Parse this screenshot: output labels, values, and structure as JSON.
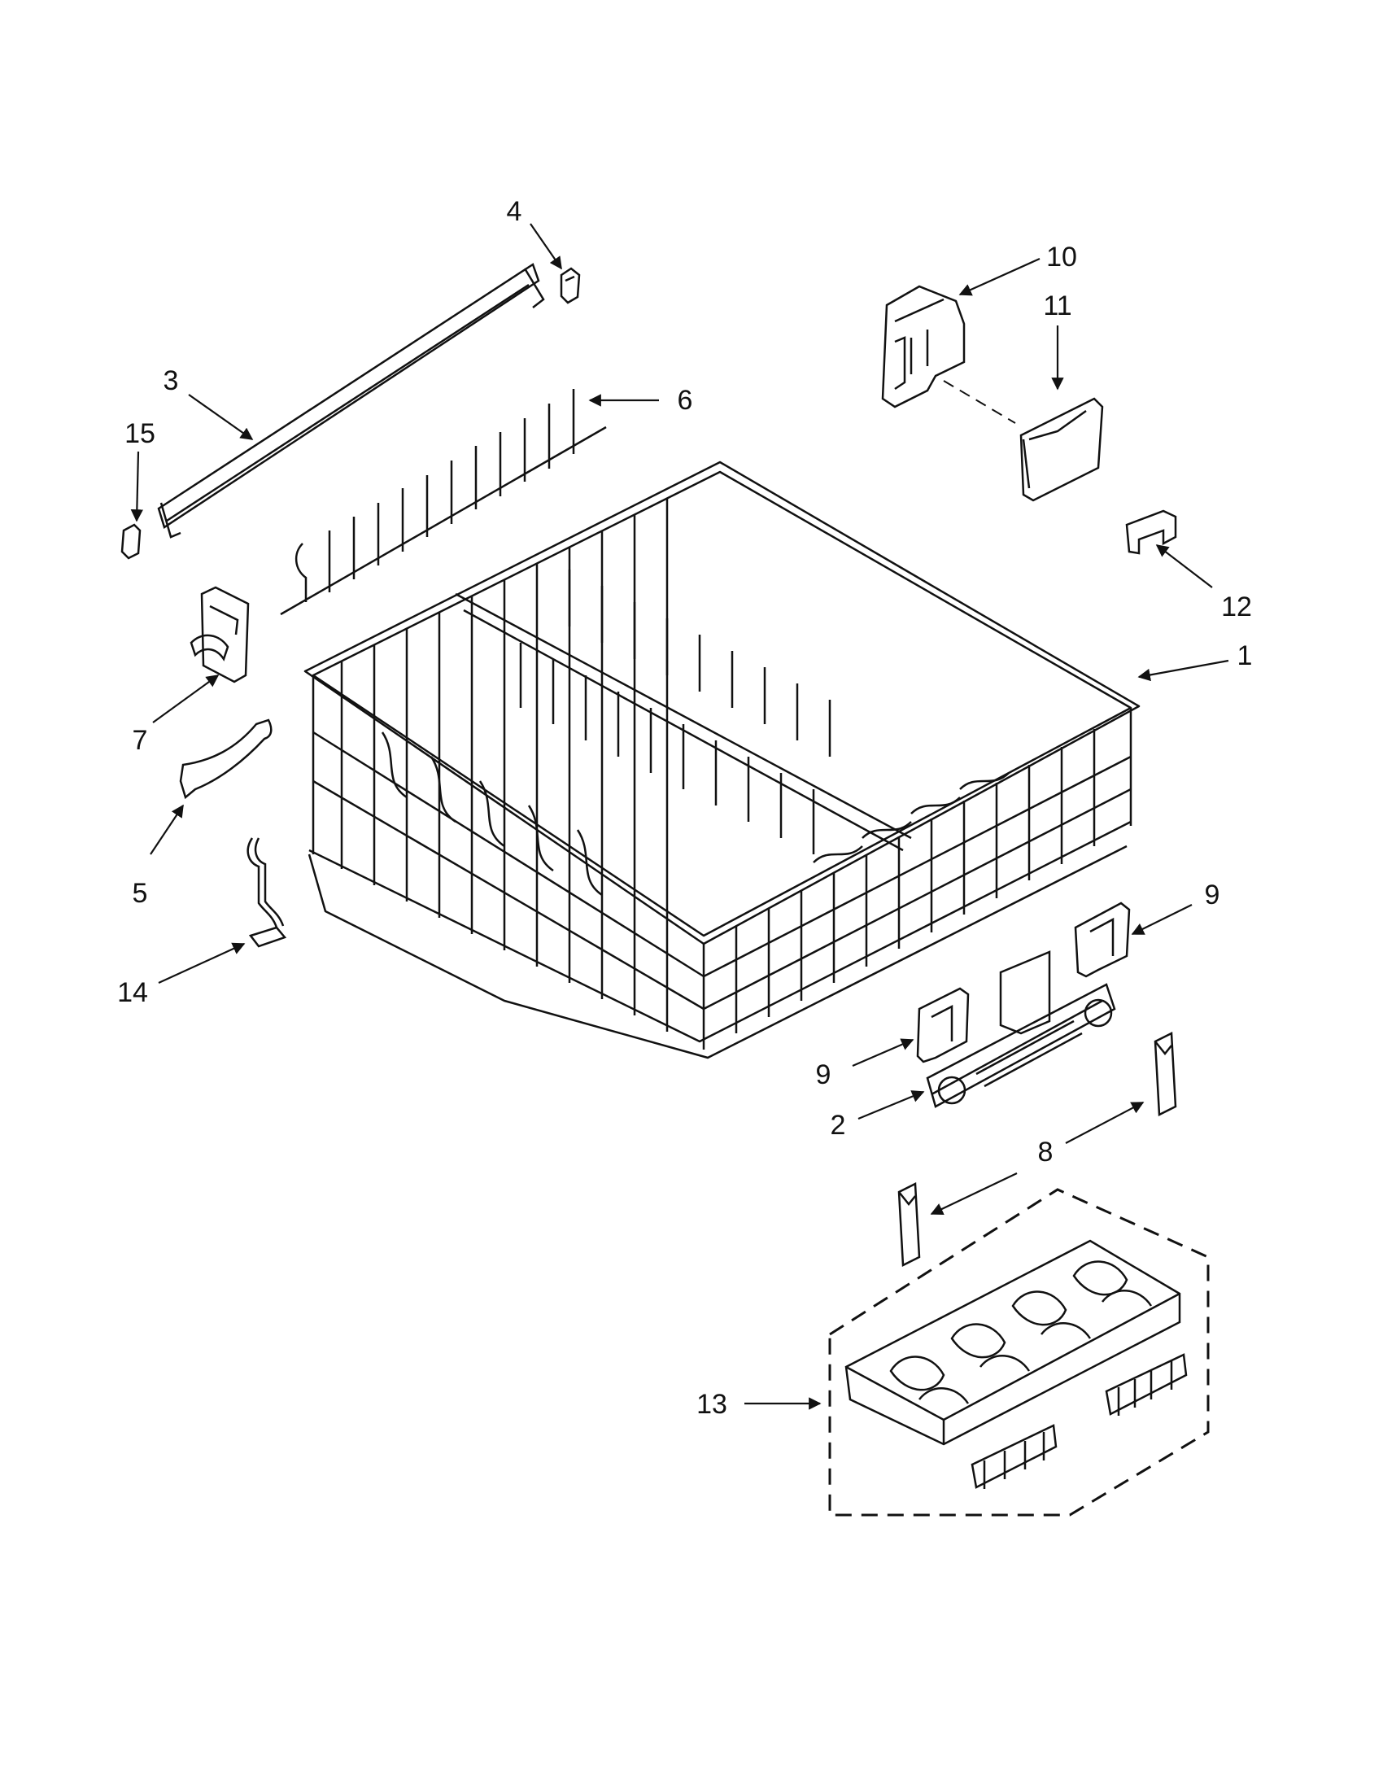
{
  "colors": {
    "line": "#111111",
    "background": "#ffffff"
  },
  "callouts": [
    {
      "id": "c1",
      "text": "1"
    },
    {
      "id": "c2",
      "text": "2"
    },
    {
      "id": "c3",
      "text": "3"
    },
    {
      "id": "c4",
      "text": "4"
    },
    {
      "id": "c5",
      "text": "5"
    },
    {
      "id": "c6",
      "text": "6"
    },
    {
      "id": "c7",
      "text": "7"
    },
    {
      "id": "c8",
      "text": "8"
    },
    {
      "id": "c9a",
      "text": "9"
    },
    {
      "id": "c9b",
      "text": "9"
    },
    {
      "id": "c10",
      "text": "10"
    },
    {
      "id": "c11",
      "text": "11"
    },
    {
      "id": "c12",
      "text": "12"
    },
    {
      "id": "c13",
      "text": "13"
    },
    {
      "id": "c14",
      "text": "14"
    },
    {
      "id": "c15",
      "text": "15"
    }
  ]
}
